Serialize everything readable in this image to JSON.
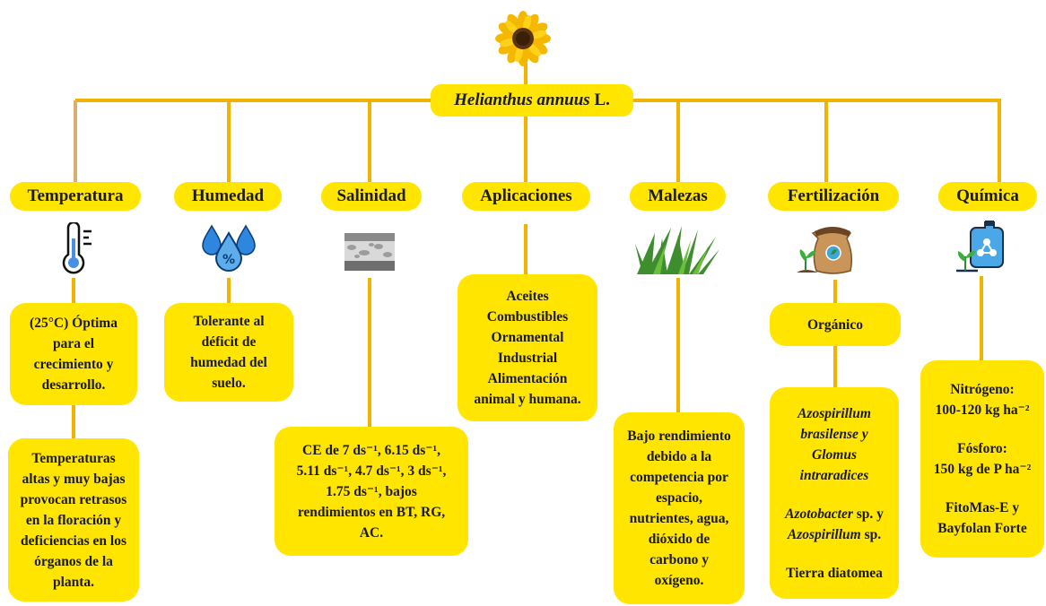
{
  "root": {
    "species": "Helianthus annuus",
    "author": "L."
  },
  "categories": [
    {
      "label": "Temperatura"
    },
    {
      "label": "Humedad"
    },
    {
      "label": "Salinidad"
    },
    {
      "label": "Aplicaciones"
    },
    {
      "label": "Malezas"
    },
    {
      "label": "Fertilización"
    },
    {
      "label": "Química"
    }
  ],
  "boxes": {
    "temp_1": [
      "(25°C) Óptima",
      "para el",
      "crecimiento y",
      "desarrollo."
    ],
    "temp_2": [
      "Temperaturas",
      "altas y muy bajas",
      "provocan retrasos",
      "en la floración y",
      "deficiencias en los",
      "órganos de la",
      "planta."
    ],
    "humedad": [
      "Tolerante al",
      "déficit de",
      "humedad del",
      "suelo."
    ],
    "salinidad": [
      "CE de 7 ds⁻¹, 6.15 ds⁻¹,",
      "5.11 ds⁻¹, 4.7 ds⁻¹, 3 ds⁻¹,",
      "1.75 ds⁻¹, bajos",
      "rendimientos en BT, RG,",
      "AC."
    ],
    "aplicaciones": [
      "Aceites",
      "Combustibles",
      "Ornamental",
      "Industrial",
      "Alimentación",
      "animal y humana."
    ],
    "malezas": [
      "Bajo rendimiento",
      "debido a la",
      "competencia por",
      "espacio,",
      "nutrientes, agua,",
      "dióxido de",
      "carbono y",
      "oxígeno."
    ],
    "fert_1": "Orgánico",
    "fert_2": {
      "g1": [
        "Azospirillum",
        "brasilense y",
        "Glomus",
        "intraradices"
      ],
      "g2a": "Azotobacter",
      "g2a_rest": " sp. y",
      "g2b": "Azospirillum",
      "g2b_rest": " sp.",
      "g3": "Tierra diatomea"
    },
    "quimica": {
      "n_label": "Nitrógeno:",
      "n_value": "100-120 kg ha⁻²",
      "p_label": "Fósforo:",
      "p_value": "150 kg de P ha⁻²",
      "products": [
        "FitoMas-E y",
        "Bayfolan Forte"
      ]
    }
  },
  "colors": {
    "accent": "#FFE500",
    "line": "#F0B400",
    "line_left": "#D9AE73"
  },
  "icons": [
    "sunflower-icon",
    "thermometer-icon",
    "water-drops-icon",
    "soil-layers-icon",
    "grass-icon",
    "fertilizer-sack-icon",
    "chemical-jerrycan-icon"
  ]
}
